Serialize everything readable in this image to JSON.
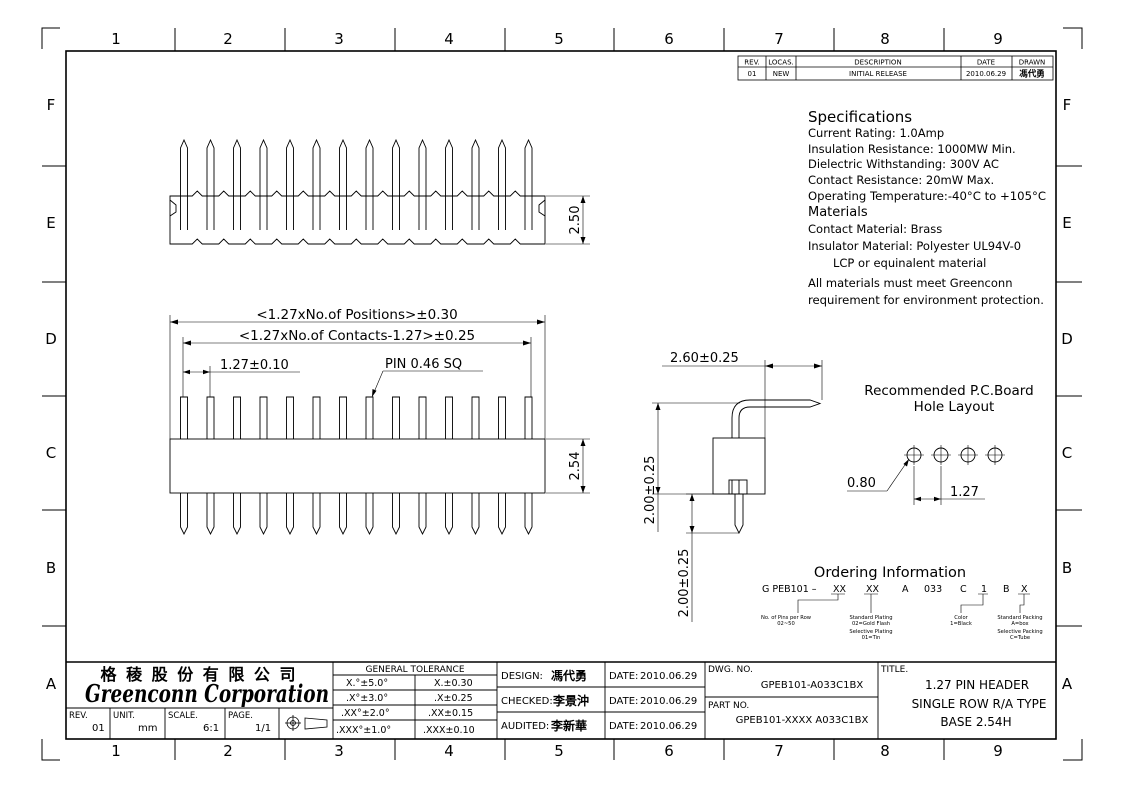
{
  "frame": {
    "columns": [
      "1",
      "2",
      "3",
      "4",
      "5",
      "6",
      "7",
      "8",
      "9"
    ],
    "rows": [
      "F",
      "E",
      "D",
      "C",
      "B",
      "A"
    ]
  },
  "revision": {
    "headers": [
      "REV.",
      "LOCAS.",
      "DESCRIPTION",
      "DATE",
      "DRAWN"
    ],
    "row": [
      "01",
      "NEW",
      "INITIAL RELEASE",
      "2010.06.29",
      "馮代勇"
    ]
  },
  "specifications": {
    "title": "Specifications",
    "lines": [
      "Current Rating: 1.0Amp",
      "Insulation Resistance: 1000MW Min.",
      "Dielectric Withstanding: 300V AC",
      "Contact Resistance: 20mW Max.",
      "Operating Temperature:-40°C to +105°C"
    ],
    "materials_title": "Materials",
    "materials": [
      "Contact Material:   Brass",
      "Insulator Material: Polyester UL94V-0",
      "LCP or equinalent material",
      "All materials must meet Greenconn",
      "requirement for environment protection."
    ]
  },
  "dimensions": {
    "positions": "<1.27xNo.of Positions>±0.30",
    "contacts": "<1.27xNo.of Contacts-1.27>±0.25",
    "pitch": "1.27±0.10",
    "pin": "PIN 0.46 SQ",
    "top_height": "2.50",
    "body_height": "2.54",
    "side_len": "2.60±0.25",
    "side_upper": "2.00±0.25",
    "side_lower": "2.00±0.25",
    "hole_dia": "0.80",
    "hole_pitch": "1.27"
  },
  "pcb": {
    "title_line1": "Recommended P.C.Board",
    "title_line2": "Hole Layout"
  },
  "ordering": {
    "title": "Ordering Information",
    "code": [
      "G PEB101 –",
      "XX",
      "XX",
      "A",
      "033",
      "C",
      "1",
      "B",
      "X"
    ],
    "notes": [
      [
        "No. of Pins per Row",
        "02~50"
      ],
      [
        "Standard Plating",
        "02=Gold Flash",
        "Selective Plating",
        "01=Tin"
      ],
      [
        "Color",
        "1=Black"
      ],
      [
        "Standard Packing",
        "A=box",
        "Selective Packing",
        "C=Tube"
      ]
    ]
  },
  "titleblock": {
    "company_cn": "格 稜 股 份 有 限 公 司",
    "company_en": "Greenconn Corporation",
    "tolerance_title": "GENERAL TOLERANCE",
    "tolerances": [
      [
        "X.°±5.0°",
        "X.±0.30"
      ],
      [
        ".X°±3.0°",
        ".X±0.25"
      ],
      [
        ".XX°±2.0°",
        ".XX±0.15"
      ],
      [
        ".XXX°±1.0°",
        ".XXX±0.10"
      ]
    ],
    "rev_label": "REV.",
    "rev_value": "01",
    "unit_label": "UNIT.",
    "unit_value": "mm",
    "scale_label": "SCALE.",
    "scale_value": "6:1",
    "page_label": "PAGE.",
    "page_value": "1/1",
    "design_label": "DESIGN:",
    "design_name": "馮代勇",
    "checked_label": "CHECKED:",
    "checked_name": "李景沖",
    "audited_label": "AUDITED:",
    "audited_name": "李新華",
    "date_label": "DATE:",
    "dates": [
      "2010.06.29",
      "2010.06.29",
      "2010.06.29"
    ],
    "dwg_label": "DWG. NO.",
    "dwg_value": "GPEB101-A033C1BX",
    "part_label": "PART NO.",
    "part_value": "GPEB101-XXXX A033C1BX",
    "title_label": "TITLE.",
    "title_lines": [
      "1.27 PIN HEADER",
      "SINGLE ROW R/A TYPE",
      "BASE 2.54H"
    ]
  }
}
